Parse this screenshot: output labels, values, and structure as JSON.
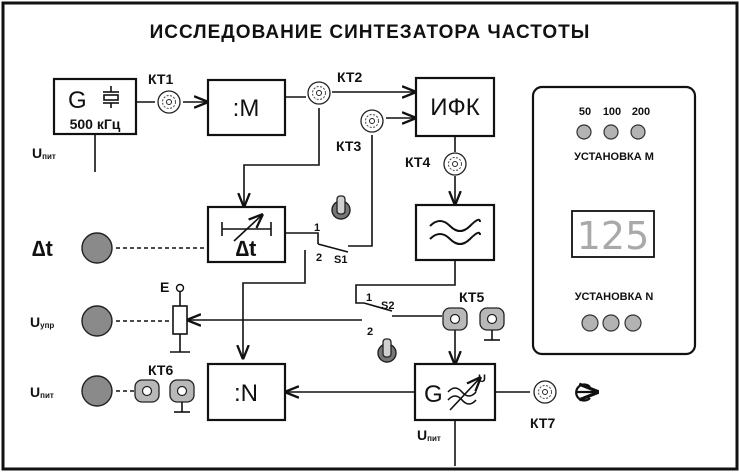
{
  "title": "ИССЛЕДОВАНИЕ СИНТЕЗАТОРА ЧАСТОТЫ",
  "blocks": {
    "generator": {
      "symbol": "G",
      "freq": "500 кГц"
    },
    "divider_m": ":M",
    "ifk": "ИФК",
    "delay": "∆t",
    "divider_n": ":N",
    "vco": {
      "symbol": "G",
      "mark": "U"
    }
  },
  "test_points": [
    "КТ1",
    "КТ2",
    "КТ3",
    "КТ4",
    "КТ5",
    "КТ6",
    "КТ7"
  ],
  "labels": {
    "upit_main": "U",
    "upit_sub": "пит",
    "upr_main": "U",
    "upr_sub": "упр",
    "delta_t": "∆t",
    "e_label": "E",
    "s1": "S1",
    "s2": "S2",
    "s1_pos1": "1",
    "s1_pos2": "2",
    "s2_pos1": "1",
    "s2_pos2": "2"
  },
  "panel": {
    "m_options": [
      "50",
      "100",
      "200"
    ],
    "m_caption": "УСТАНОВКА  M",
    "n_display": "125",
    "n_caption": "УСТАНОВКА  N"
  }
}
